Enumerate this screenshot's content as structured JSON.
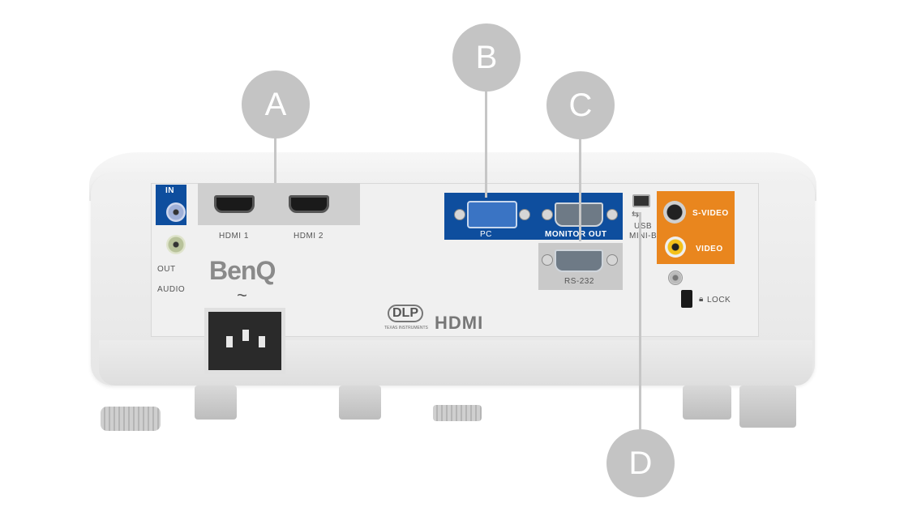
{
  "callouts": {
    "a": "A",
    "b": "B",
    "c": "C",
    "d": "D"
  },
  "panel": {
    "in_label": "IN",
    "out_label": "OUT",
    "audio_label": "AUDIO",
    "hdmi1_label": "HDMI 1",
    "hdmi2_label": "HDMI 2",
    "pc_label": "PC",
    "monitor_out_label": "MONITOR OUT",
    "rs232_label": "RS-232",
    "usb_label": "USB",
    "mini_b_label": "MINI-B",
    "svideo_label": "S-VIDEO",
    "video_label": "VIDEO",
    "lock_label": "LOCK",
    "ac_symbol": "~"
  },
  "branding": {
    "brand": "BenQ",
    "dlp": "DLP",
    "dlp_sub": "TEXAS INSTRUMENTS",
    "hdmi_logo": "HDMI"
  },
  "colors": {
    "blue_panel": "#0e4e9e",
    "orange_panel": "#e9861e",
    "callout_gray": "#c4c4c4"
  }
}
